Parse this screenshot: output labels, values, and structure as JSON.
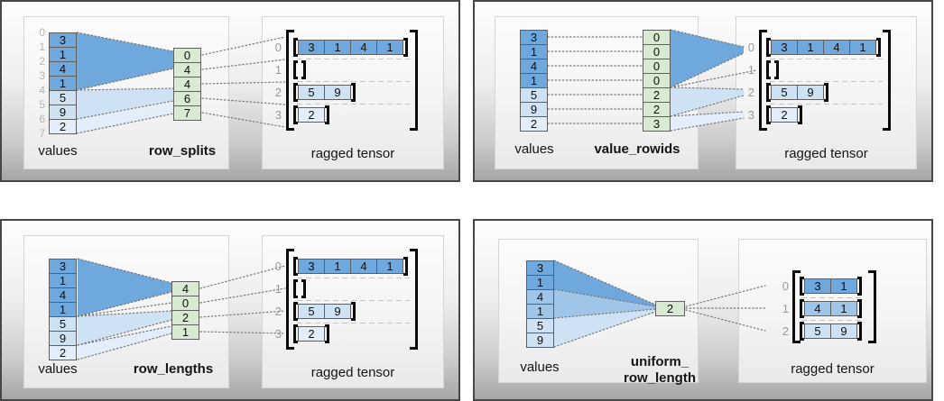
{
  "colors": {
    "blue_dark": "#6fa8dc",
    "blue_medium": "#9fc5e8",
    "blue_light": "#cfe2f3",
    "blue_xlight": "#e3eefa",
    "green": "#d9ead3",
    "cell_border": "#5f5f5f",
    "index_gray": "#b3b3b3",
    "row_label_gray": "#999999",
    "panel_border": "#474747",
    "bracket_black": "#0b0b0b"
  },
  "panels": {
    "row_splits": {
      "values_label": "values",
      "encoding_label": "row_splits",
      "ragged_label": "ragged tensor",
      "boundary_indices": [
        "0",
        "1",
        "2",
        "3",
        "4",
        "5",
        "6",
        "7"
      ],
      "values": [
        "3",
        "1",
        "4",
        "1",
        "5",
        "9",
        "2"
      ],
      "encoding": [
        "0",
        "4",
        "4",
        "6",
        "7"
      ],
      "row_indices": [
        "0",
        "1",
        "2",
        "3"
      ],
      "rows": [
        [
          "3",
          "1",
          "4",
          "1"
        ],
        [],
        [
          "5",
          "9"
        ],
        [
          "2"
        ]
      ]
    },
    "value_rowids": {
      "values_label": "values",
      "encoding_label": "value_rowids",
      "ragged_label": "ragged tensor",
      "values": [
        "3",
        "1",
        "4",
        "1",
        "5",
        "9",
        "2"
      ],
      "encoding": [
        "0",
        "0",
        "0",
        "0",
        "2",
        "2",
        "3"
      ],
      "row_indices": [
        "0",
        "1",
        "2",
        "3"
      ],
      "rows": [
        [
          "3",
          "1",
          "4",
          "1"
        ],
        [],
        [
          "5",
          "9"
        ],
        [
          "2"
        ]
      ]
    },
    "row_lengths": {
      "values_label": "values",
      "encoding_label": "row_lengths",
      "ragged_label": "ragged tensor",
      "values": [
        "3",
        "1",
        "4",
        "1",
        "5",
        "9",
        "2"
      ],
      "encoding": [
        "4",
        "0",
        "2",
        "1"
      ],
      "row_indices": [
        "0",
        "1",
        "2",
        "3"
      ],
      "rows": [
        [
          "3",
          "1",
          "4",
          "1"
        ],
        [],
        [
          "5",
          "9"
        ],
        [
          "2"
        ]
      ]
    },
    "uniform_row_length": {
      "values_label": "values",
      "encoding_label_line1": "uniform_",
      "encoding_label_line2": "row_length",
      "ragged_label": "ragged tensor",
      "values": [
        "3",
        "1",
        "4",
        "1",
        "5",
        "9"
      ],
      "encoding": [
        "2"
      ],
      "row_indices": [
        "0",
        "1",
        "2"
      ],
      "rows": [
        [
          "3",
          "1"
        ],
        [
          "4",
          "1"
        ],
        [
          "5",
          "9"
        ]
      ]
    }
  }
}
